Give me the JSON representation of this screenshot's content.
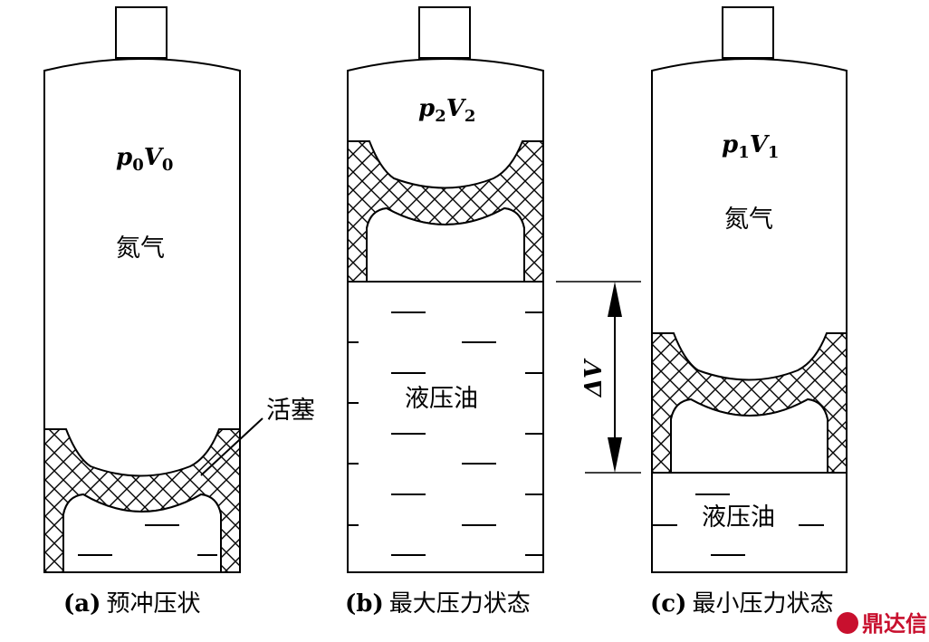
{
  "panels": [
    {
      "id": "a",
      "gas_p": "p",
      "gas_p_sub": "0",
      "gas_v": "V",
      "gas_v_sub": "0",
      "gas_label": "氮气",
      "oil_label": "",
      "caption_id": "(a)",
      "caption_text": "预冲压状"
    },
    {
      "id": "b",
      "gas_p": "p",
      "gas_p_sub": "2",
      "gas_v": "V",
      "gas_v_sub": "2",
      "gas_label": "",
      "oil_label": "液压油",
      "caption_id": "(b)",
      "caption_text": "最大压力状态"
    },
    {
      "id": "c",
      "gas_p": "p",
      "gas_p_sub": "1",
      "gas_v": "V",
      "gas_v_sub": "1",
      "gas_label": "氮气",
      "oil_label": "液压油",
      "caption_id": "(c)",
      "caption_text": "最小压力状态"
    }
  ],
  "piston_callout": "活塞",
  "delta_v_label": "ΔV",
  "watermark": "鼎达信",
  "colors": {
    "line": "#000000",
    "background": "#ffffff",
    "watermark": "#c8102e"
  }
}
